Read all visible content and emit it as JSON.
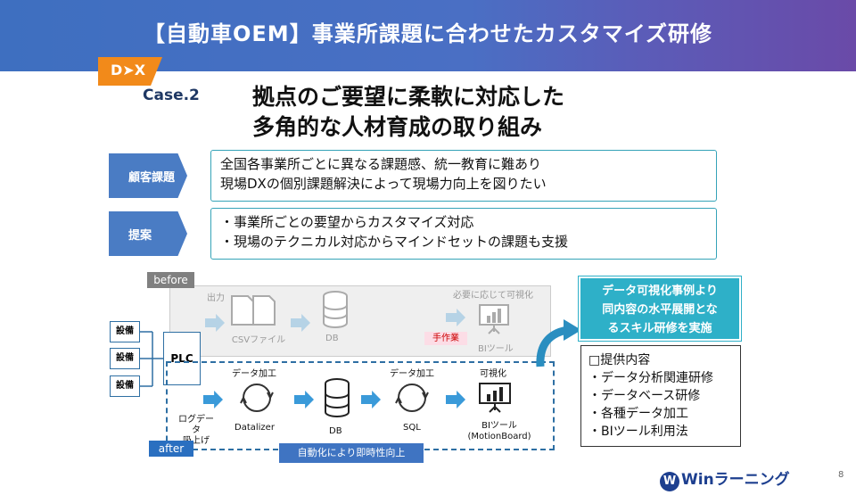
{
  "header": {
    "title": "【自動車OEM】事業所課題に合わせたカスタマイズ研修",
    "dx_tag": "D➤X",
    "case_label": "Case.2",
    "headline_line1": "拠点のご要望に柔軟に対応した",
    "headline_line2": "多角的な人材育成の取り組み"
  },
  "issue": {
    "label": "顧客課題",
    "line1": "全国各事業所ごとに異なる課題感、統一教育に難あり",
    "line2": "現場DXの個別課題解決によって現場力向上を図りたい"
  },
  "proposal": {
    "label": "提案",
    "line1": "・事業所ごとの要望からカスタマイズ対応",
    "line2": "・現場のテクニカル対応からマインドセットの課題も支援"
  },
  "diagram": {
    "before_label": "before",
    "after_label": "after",
    "equipment": [
      "設備",
      "設備",
      "設備"
    ],
    "plc": "PLC",
    "before": {
      "output": "出力",
      "csv": "CSVファイル",
      "db": "DB",
      "as_needed": "必要に応じて可視化",
      "manual": "手作業",
      "bi": "BIツール"
    },
    "after": {
      "log_line1": "ログデータ",
      "log_line2": "吸上げ",
      "data_processing_1": "データ加工",
      "datalizer": "Datalizer",
      "db": "DB",
      "data_processing_2": "データ加工",
      "sql": "SQL",
      "visualize": "可視化",
      "bi_line1": "BIツール",
      "bi_line2": "(MotionBoard)"
    },
    "automation": "自動化により即時性向上"
  },
  "callout": {
    "head_line1": "データ可視化事例より",
    "head_line2": "同内容の水平展開とな",
    "head_line3": "るスキル研修を実施",
    "body_title": "□提供内容",
    "items": [
      "・データ分析関連研修",
      "・データベース研修",
      "・各種データ加工",
      "・BIツール利用法"
    ]
  },
  "footer": {
    "logo_mark": "W",
    "logo_text": "Winラーニング",
    "page_number": "8"
  },
  "colors": {
    "banner": "#3e6fc0",
    "accent_orange": "#f28a1a",
    "chevron": "#4a7cc4",
    "teal": "#2eb0c8",
    "after_border": "#2e6fa3"
  }
}
